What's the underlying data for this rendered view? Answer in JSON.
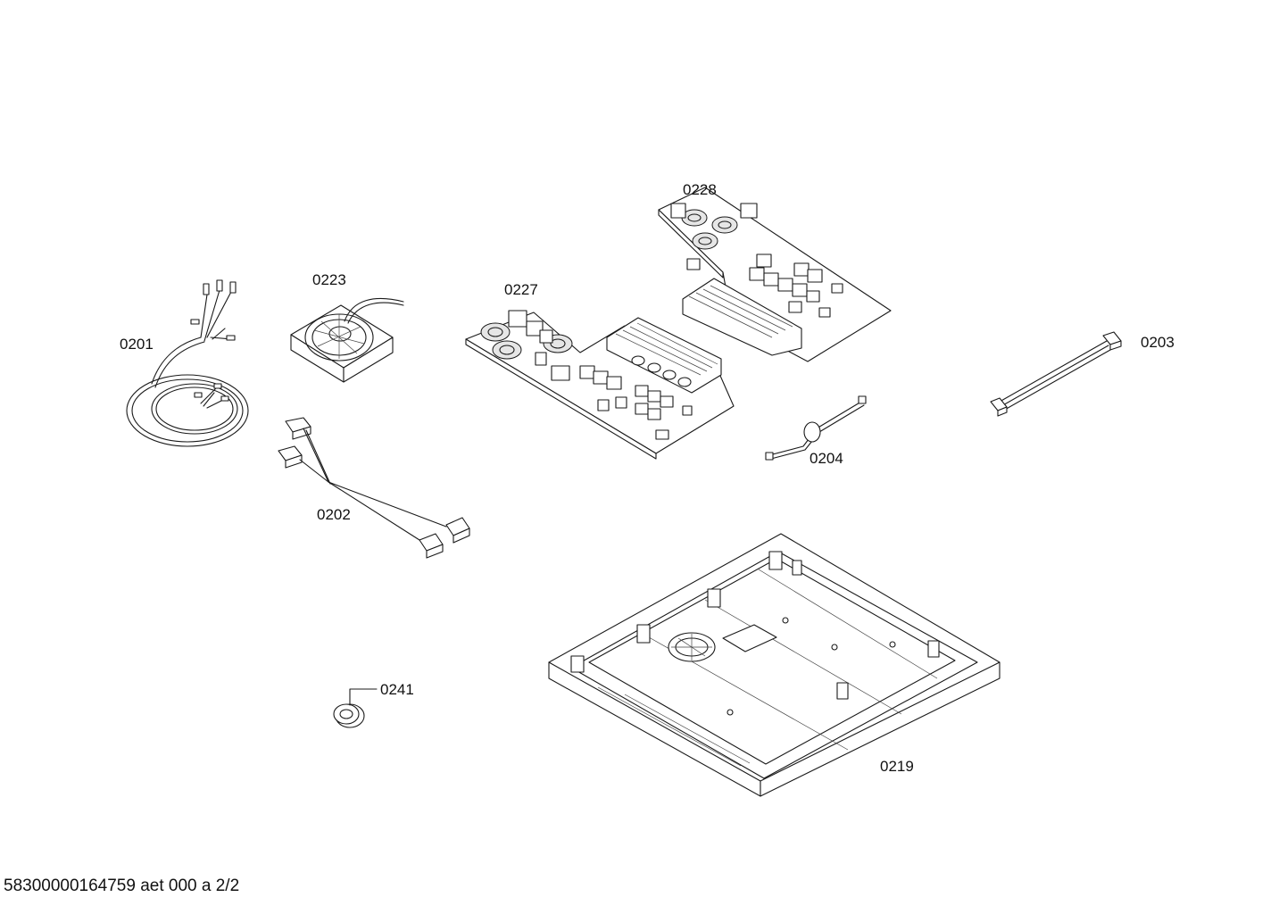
{
  "diagram": {
    "parts": [
      {
        "id": "0201",
        "label": "0201"
      },
      {
        "id": "0202",
        "label": "0202"
      },
      {
        "id": "0203",
        "label": "0203"
      },
      {
        "id": "0204",
        "label": "0204"
      },
      {
        "id": "0219",
        "label": "0219"
      },
      {
        "id": "0223",
        "label": "0223"
      },
      {
        "id": "0227",
        "label": "0227"
      },
      {
        "id": "0228",
        "label": "0228"
      },
      {
        "id": "0241",
        "label": "0241"
      }
    ],
    "footer": "58300000164759 aet 000 a 2/2"
  }
}
